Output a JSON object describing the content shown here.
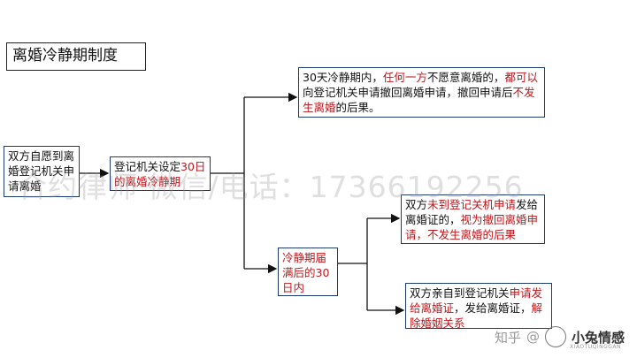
{
  "title": "离婚冷静期制度",
  "nodes": {
    "start": "双方自愿到离婚登记机关申请离婚",
    "set": {
      "a": "登记机关设定",
      "b": "30日的离婚冷静期"
    },
    "withdraw": {
      "a": "30天冷静期内，",
      "b": "任何一方",
      "c": "不愿意离婚的，",
      "d": "都可以",
      "e": "向登记机关申请撤回离婚申请，撤回申请后",
      "f": "不发生离婚",
      "g": "的后果。"
    },
    "expire": "冷静期届满后的30日内",
    "no_apply": {
      "a": "双方",
      "b": "未到登记关机申请",
      "c": "发给离婚证的，",
      "d": "视为撤回离婚申请，不发生离婚的后果"
    },
    "apply": {
      "a": "双方亲自到登记机关",
      "b": "申请发给离婚证",
      "c": "，发给离婚证，",
      "d": "解除婚姻关系"
    }
  },
  "watermark": "合约律师 微信/电话：17366192256",
  "logo": {
    "source": "知乎",
    "at": "@",
    "name": "小兔情感",
    "pinyin": "XIAOTUQINGGAN"
  }
}
